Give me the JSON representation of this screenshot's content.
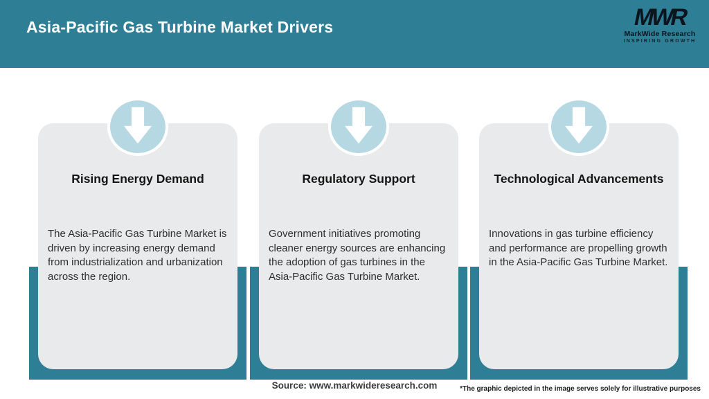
{
  "header": {
    "title": "Asia-Pacific Gas Turbine Market Drivers",
    "logo": {
      "monogram": "MWR",
      "name": "MarkWide Research",
      "tagline": "INSPIRING GROWTH"
    }
  },
  "cards": [
    {
      "icon": "down-arrow-icon",
      "title": "Rising Energy Demand",
      "body": "The Asia-Pacific Gas Turbine Market is driven by increasing energy demand from industrialization and urbanization across the region."
    },
    {
      "icon": "down-arrow-icon",
      "title": "Regulatory Support",
      "body": "Government initiatives promoting cleaner energy sources are enhancing the adoption of gas turbines in the Asia-Pacific Gas Turbine Market."
    },
    {
      "icon": "down-arrow-icon",
      "title": "Technological Advancements",
      "body": "Innovations in gas turbine efficiency and performance are propelling growth in the Asia-Pacific Gas Turbine Market."
    }
  ],
  "footer": {
    "source": "Source: www.markwideresearch.com",
    "disclaimer": "*The graphic depicted in the image serves solely for illustrative purposes"
  },
  "colors": {
    "teal": "#2e7f96",
    "circle_blue": "#b5d8e2",
    "card_gray": "#e8eaeb",
    "title_text": "#151515",
    "header_text": "#ffffff"
  }
}
